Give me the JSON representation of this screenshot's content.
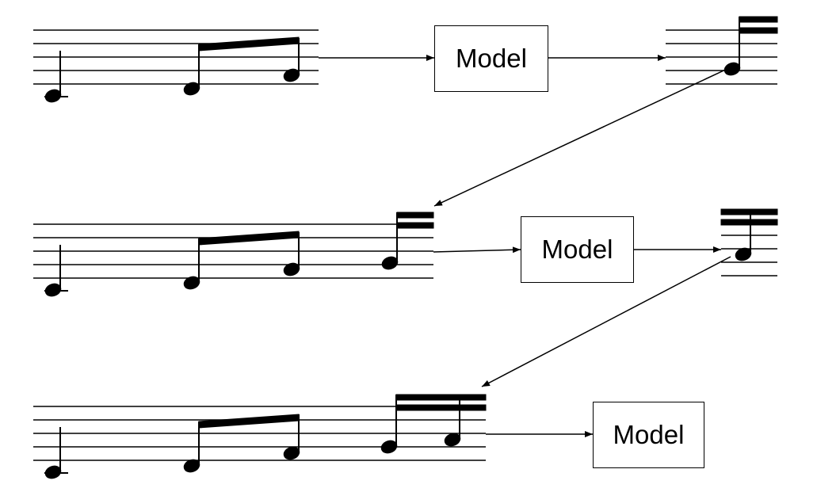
{
  "diagram": {
    "model_label": "Model",
    "colors": {
      "ink": "#000000",
      "background": "#ffffff"
    },
    "steps": [
      {
        "box_label": "Model"
      },
      {
        "box_label": "Model"
      },
      {
        "box_label": "Model"
      }
    ]
  }
}
